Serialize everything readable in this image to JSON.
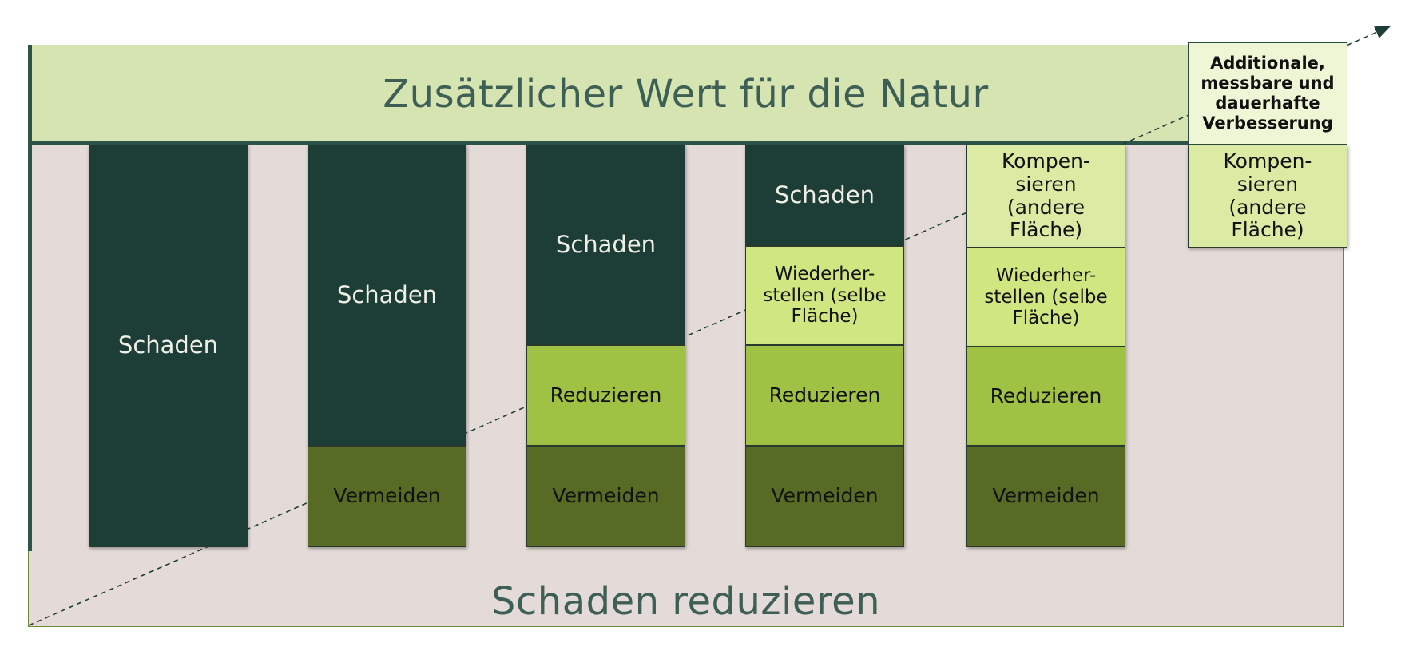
{
  "top_band_title": "Zusätzlicher Wert für die Natur",
  "bottom_band_title": "Schaden reduzieren",
  "additional_box_text": "Additionale, messbare und dauerhafte Verbesserung",
  "columns": [
    {
      "schaden": "Schaden"
    },
    {
      "schaden": "Schaden",
      "vermeiden": "Vermeiden"
    },
    {
      "schaden": "Schaden",
      "reduzieren": "Reduzieren",
      "vermeiden": "Vermeiden"
    },
    {
      "schaden": "Schaden",
      "wiederherstellen": "Wiederher-stellen (selbe Fläche)",
      "reduzieren": "Reduzieren",
      "vermeiden": "Vermeiden"
    },
    {
      "kompensieren": "Kompen-sieren (andere Fläche)",
      "wiederherstellen": "Wiederher-stellen (selbe Fläche)",
      "reduzieren": "Reduzieren",
      "vermeiden": "Vermeiden"
    },
    {
      "kompensieren": "Kompen-sieren (andere Fläche)"
    }
  ],
  "colors": {
    "top_band": "#d5e4b0",
    "bottom_band": "#e4dbd8",
    "schaden": "#1d3d37",
    "vermeiden": "#586b25",
    "reduzieren": "#9fc144",
    "wiederherstellen": "#cfe681",
    "kompensieren": "#dbeba4"
  }
}
